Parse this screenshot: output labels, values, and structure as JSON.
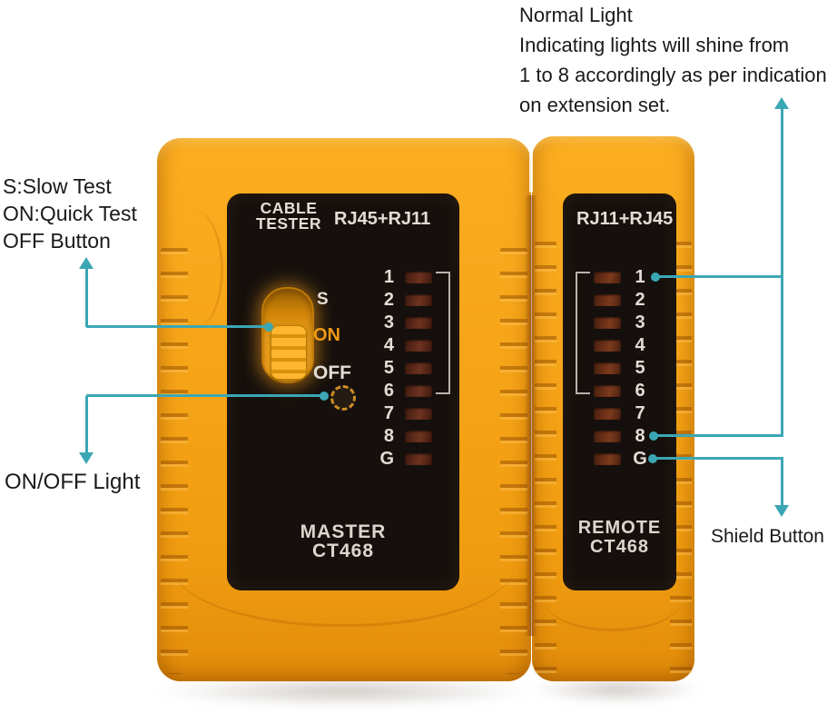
{
  "colors": {
    "accent_teal": "#3BA7B5",
    "body_orange": "#F5A317",
    "body_orange_dark": "#D9880C",
    "panel_black": "#15100D",
    "led_maroon": "#5E2A1A",
    "device_text": "#E2DCD4",
    "on_label_orange": "#EF9A12",
    "annotation_text": "#1A1A1A"
  },
  "annotations": {
    "normal_light": {
      "line1": "Normal Light",
      "line2": "Indicating lights will shine from",
      "line3": "1 to 8 accordingly as per indication",
      "line4": "on extension set."
    },
    "switch_note": {
      "line1": "S:Slow Test",
      "line2": "ON:Quick Test",
      "line3": "OFF Button"
    },
    "onoff_light_label": "ON/OFF Light",
    "shield_button_label": "Shield Button"
  },
  "master": {
    "brand_line1": "CABLE",
    "brand_line2": "TESTER",
    "ports_label": "RJ45+RJ11",
    "switch_labels": {
      "s": "S",
      "on": "ON",
      "off": "OFF"
    },
    "leds": [
      "1",
      "2",
      "3",
      "4",
      "5",
      "6",
      "7",
      "8",
      "G"
    ],
    "unit_line1": "MASTER",
    "unit_line2": "CT468"
  },
  "remote": {
    "ports_label": "RJ11+RJ45",
    "leds": [
      "1",
      "2",
      "3",
      "4",
      "5",
      "6",
      "7",
      "8",
      "G"
    ],
    "unit_line1": "REMOTE",
    "unit_line2": "CT468"
  }
}
